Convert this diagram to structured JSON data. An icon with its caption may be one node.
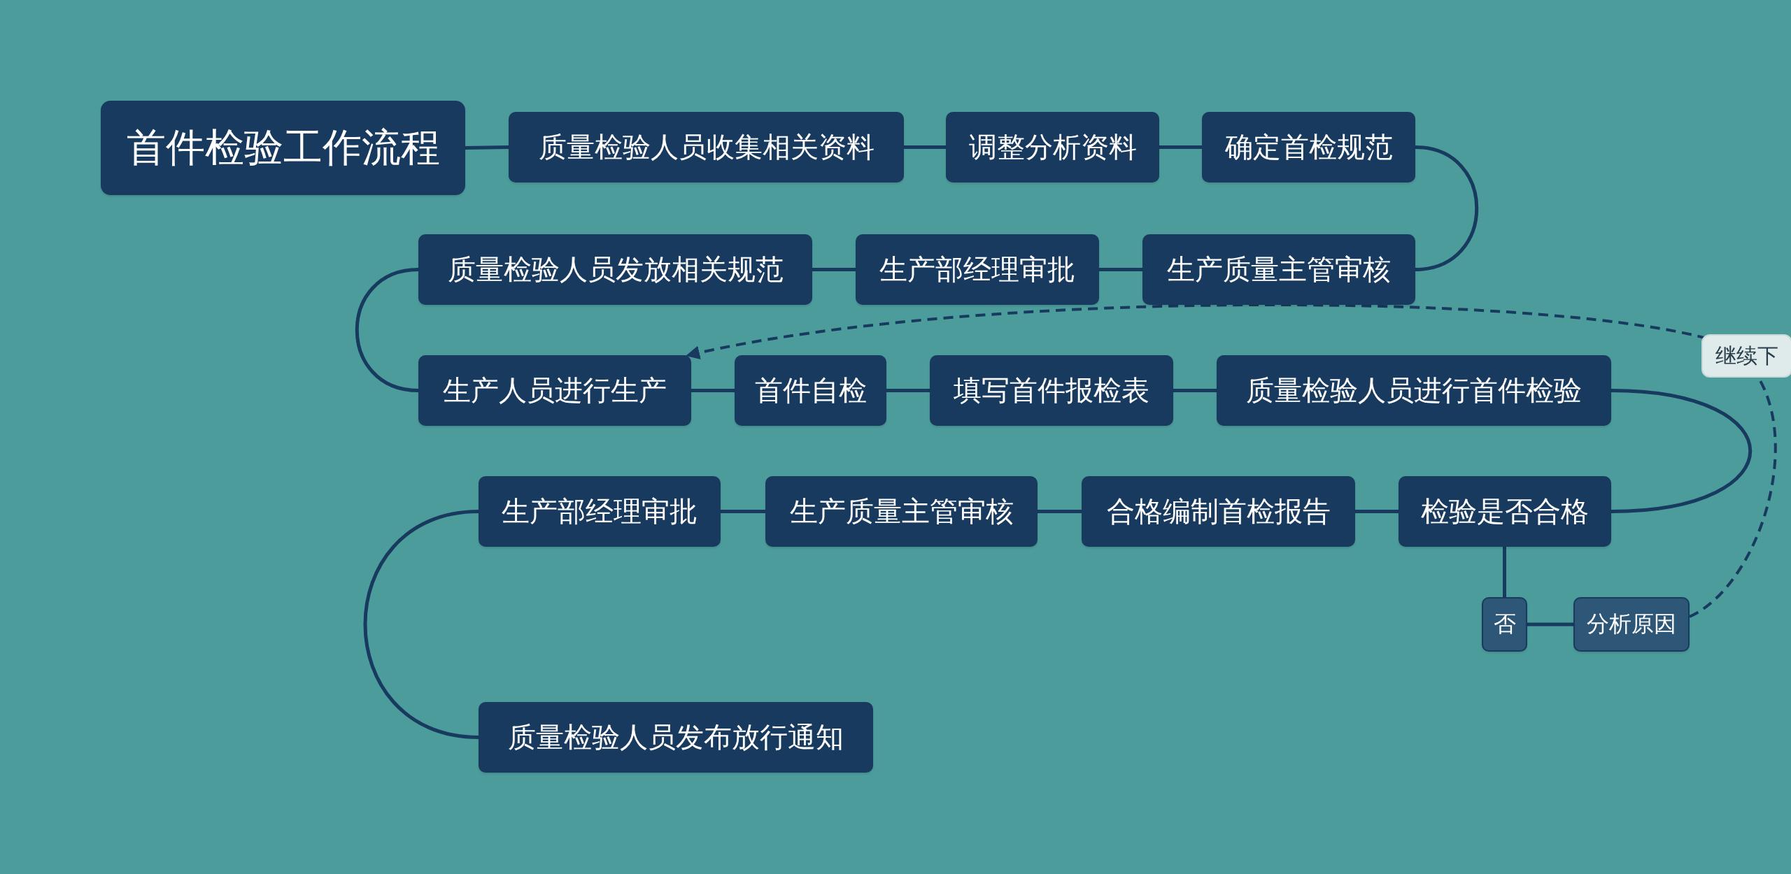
{
  "diagram": {
    "nodes": [
      {
        "text": [
          "首件检验工作流程"
        ]
      },
      {
        "text": [
          "质量检验人员收集相关资料"
        ]
      },
      {
        "text": [
          "调整分析资料"
        ]
      },
      {
        "text": [
          "确定首检规范"
        ]
      },
      {
        "text": [
          "生产质量主管审核"
        ]
      },
      {
        "text": [
          "生产部经理审批"
        ]
      },
      {
        "text": [
          "质量检验人员发放相关规范"
        ]
      },
      {
        "text": [
          "生产人员进行生产"
        ]
      },
      {
        "text": [
          "首件自检"
        ]
      },
      {
        "text": [
          "填写首件报检表"
        ]
      },
      {
        "text": [
          "质量检验人员进行首件检验"
        ]
      },
      {
        "text": [
          "检验是否合格"
        ]
      },
      {
        "text": [
          "合格编制首检报告"
        ]
      },
      {
        "text": [
          "生产质量主管审核"
        ]
      },
      {
        "text": [
          "生产部经理审批"
        ]
      },
      {
        "text": [
          "质量检验人员发布放行通知"
        ]
      },
      {
        "text": [
          "否"
        ]
      },
      {
        "text": [
          "分析原因"
        ]
      }
    ],
    "edges": [
      {
        "from": 0,
        "to": 1,
        "arrow": "none"
      },
      {
        "from": 1,
        "to": 2,
        "arrow": "none"
      },
      {
        "from": 2,
        "to": 3,
        "arrow": "none"
      },
      {
        "from": 3,
        "to": 4,
        "arrow": "none"
      },
      {
        "from": 4,
        "to": 5,
        "arrow": "none"
      },
      {
        "from": 5,
        "to": 6,
        "arrow": "none"
      },
      {
        "from": 6,
        "to": 7,
        "arrow": "none"
      },
      {
        "from": 7,
        "to": 8,
        "arrow": "none"
      },
      {
        "from": 8,
        "to": 9,
        "arrow": "none"
      },
      {
        "from": 9,
        "to": 10,
        "arrow": "none"
      },
      {
        "from": 10,
        "to": 11,
        "arrow": "none"
      },
      {
        "from": 11,
        "to": 12,
        "arrow": "none"
      },
      {
        "from": 12,
        "to": 13,
        "arrow": "none"
      },
      {
        "from": 13,
        "to": 14,
        "arrow": "none"
      },
      {
        "from": 14,
        "to": 15,
        "arrow": "none"
      },
      {
        "from": 11,
        "to": 16,
        "arrow": "none"
      },
      {
        "from": 16,
        "to": 17,
        "arrow": "none"
      },
      {
        "from": 17,
        "to": 7,
        "arrow": "to",
        "style": "dashed",
        "label": "继续下"
      }
    ]
  }
}
